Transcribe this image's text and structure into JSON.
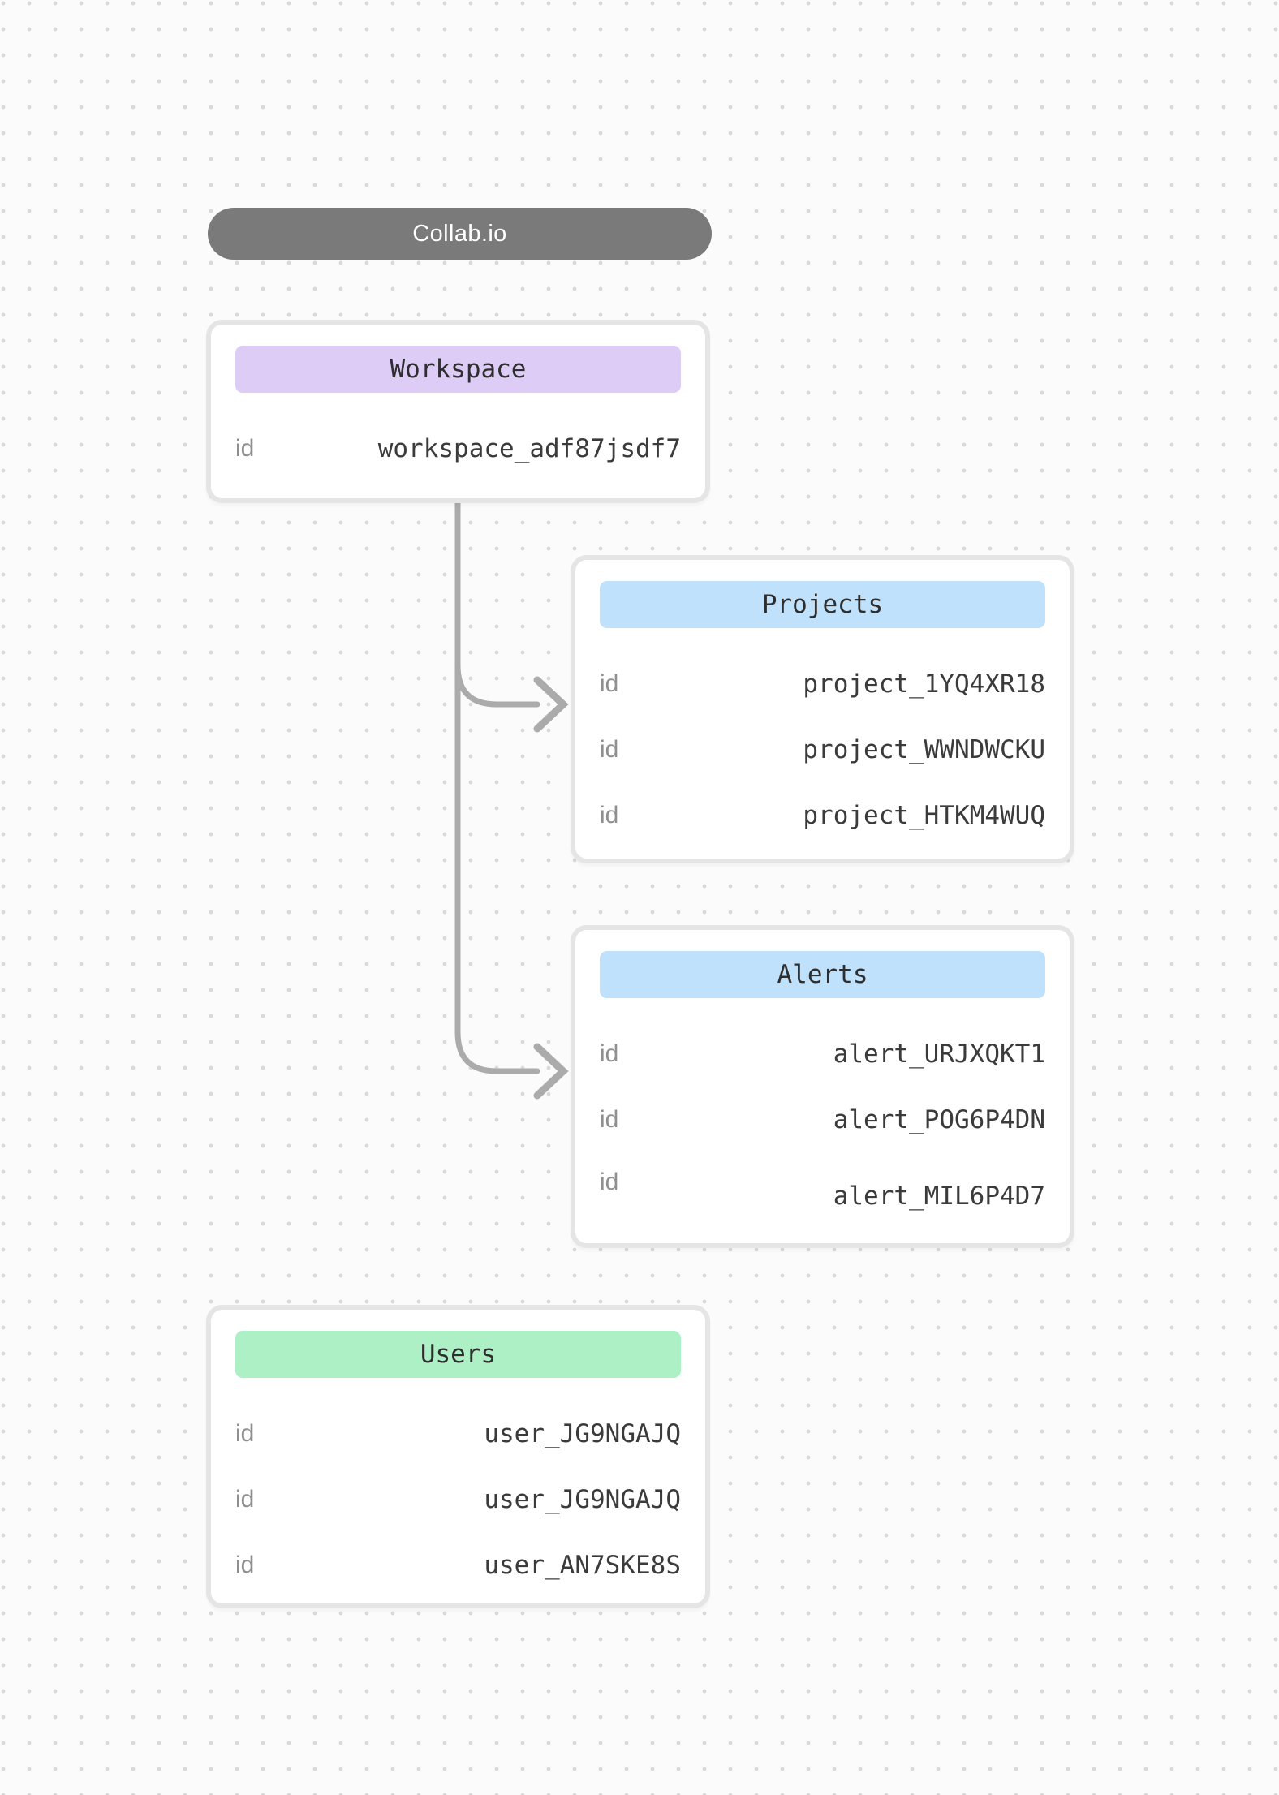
{
  "app": {
    "title": "Collab.io"
  },
  "colors": {
    "canvas_dot": "#d9d9d9",
    "title_pill_bg": "#7a7a7a",
    "title_pill_text": "#ffffff",
    "workspace_header_bg": "#ddcdf6",
    "projects_header_bg": "#bfe1fb",
    "alerts_header_bg": "#bfe1fb",
    "users_header_bg": "#adf0c6",
    "connector": "#ababab"
  },
  "entities": {
    "workspace": {
      "title": "Workspace",
      "rows": [
        {
          "label": "id",
          "value": "workspace_adf87jsdf7"
        }
      ]
    },
    "projects": {
      "title": "Projects",
      "rows": [
        {
          "label": "id",
          "value": "project_1YQ4XR18"
        },
        {
          "label": "id",
          "value": "project_WWNDWCKU"
        },
        {
          "label": "id",
          "value": "project_HTKM4WUQ"
        }
      ]
    },
    "alerts": {
      "title": "Alerts",
      "rows": [
        {
          "label": "id",
          "value": "alert_URJXQKT1"
        },
        {
          "label": "id",
          "value": "alert_POG6P4DN"
        },
        {
          "label": "id",
          "value": "alert_MIL6P4D7"
        }
      ]
    },
    "users": {
      "title": "Users",
      "rows": [
        {
          "label": "id",
          "value": "user_JG9NGAJQ"
        },
        {
          "label": "id",
          "value": "user_JG9NGAJQ"
        },
        {
          "label": "id",
          "value": "user_AN7SKE8S"
        }
      ]
    }
  },
  "connections": [
    {
      "from": "Workspace",
      "to": "Projects"
    },
    {
      "from": "Workspace",
      "to": "Alerts"
    }
  ]
}
